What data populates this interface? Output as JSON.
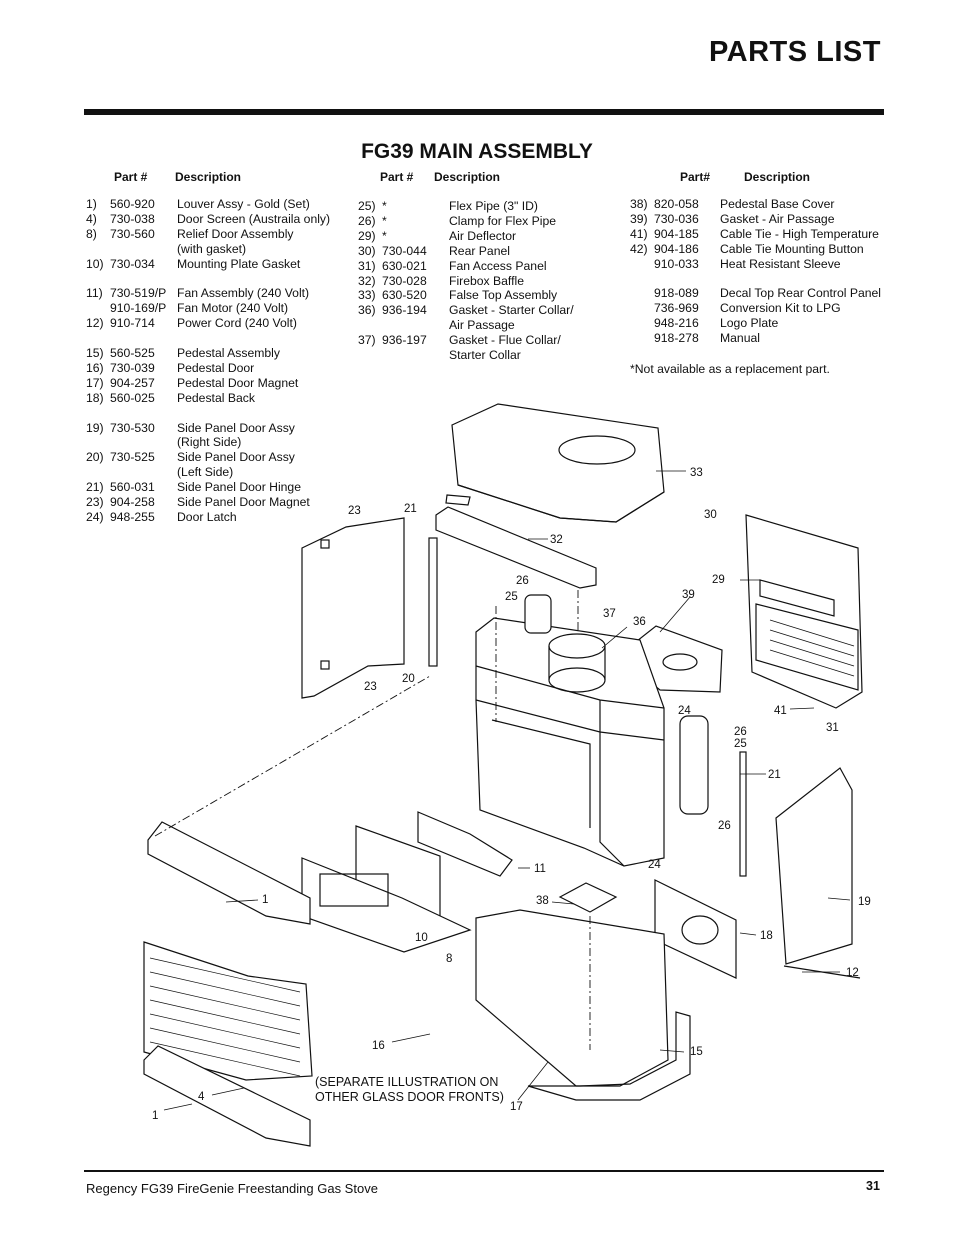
{
  "page": {
    "title": "PARTS LIST",
    "section_title": "FG39 MAIN ASSEMBLY",
    "footer": "Regency FG39 FireGenie Freestanding Gas Stove",
    "page_number": "31"
  },
  "columns": [
    {
      "header_part": "Part #",
      "header_desc": "Description",
      "rows": [
        {
          "idx": "1)",
          "part": "560-920",
          "desc": "Louver Assy - Gold (Set)"
        },
        {
          "idx": "4)",
          "part": "730-038",
          "desc": "Door Screen (Austraila only)"
        },
        {
          "idx": "8)",
          "part": "730-560",
          "desc": "Relief Door Assembly"
        },
        {
          "idx": "",
          "part": "",
          "desc": "(with  gasket)"
        },
        {
          "idx": "10)",
          "part": "730-034",
          "desc": "Mounting Plate Gasket"
        },
        {
          "gap": true
        },
        {
          "idx": "11)",
          "part": "730-519/P",
          "desc": "Fan Assembly (240 Volt)"
        },
        {
          "idx": "",
          "part": "910-169/P",
          "desc": "Fan Motor (240 Volt)"
        },
        {
          "idx": "12)",
          "part": "910-714",
          "desc": "Power Cord (240 Volt)"
        },
        {
          "gap": true
        },
        {
          "idx": "15)",
          "part": "560-525",
          "desc": "Pedestal Assembly"
        },
        {
          "idx": "16)",
          "part": "730-039",
          "desc": "Pedestal Door"
        },
        {
          "idx": "17)",
          "part": "904-257",
          "desc": "Pedestal Door Magnet"
        },
        {
          "idx": "18)",
          "part": "560-025",
          "desc": "Pedestal Back"
        },
        {
          "gap": true
        },
        {
          "idx": "19)",
          "part": "730-530",
          "desc": "Side Panel Door Assy"
        },
        {
          "idx": "",
          "part": "",
          "desc": "(Right Side)"
        },
        {
          "idx": "20)",
          "part": "730-525",
          "desc": "Side Panel Door Assy"
        },
        {
          "idx": "",
          "part": "",
          "desc": "(Left  Side)"
        },
        {
          "idx": "21)",
          "part": "560-031",
          "desc": "Side Panel Door Hinge"
        },
        {
          "idx": "23)",
          "part": "904-258",
          "desc": "Side Panel Door Magnet"
        },
        {
          "idx": "24)",
          "part": "948-255",
          "desc": "Door Latch"
        }
      ]
    },
    {
      "header_part": "Part #",
      "header_desc": "Description",
      "rows": [
        {
          "idx": "25)",
          "part": "*",
          "desc": "Flex Pipe (3\" ID)"
        },
        {
          "idx": "26)",
          "part": "*",
          "desc": "Clamp for Flex Pipe"
        },
        {
          "idx": "29)",
          "part": "*",
          "desc": "Air  Deflector"
        },
        {
          "idx": "30)",
          "part": "730-044",
          "desc": "Rear Panel"
        },
        {
          "idx": "31)",
          "part": "630-021",
          "desc": "Fan Access Panel"
        },
        {
          "idx": "32)",
          "part": "730-028",
          "desc": "Firebox  Baffle"
        },
        {
          "idx": "33)",
          "part": "630-520",
          "desc": "False Top Assembly"
        },
        {
          "idx": "36)",
          "part": "936-194",
          "desc": "Gasket - Starter Collar/"
        },
        {
          "idx": "",
          "part": "",
          "desc": "Air  Passage"
        },
        {
          "idx": "37)",
          "part": "936-197",
          "desc": "Gasket - Flue Collar/"
        },
        {
          "idx": "",
          "part": "",
          "desc": "Starter Collar"
        }
      ]
    },
    {
      "header_part": "Part#",
      "header_desc": "Description",
      "rows": [
        {
          "idx": "38)",
          "part": "820-058",
          "desc": "Pedestal Base Cover"
        },
        {
          "idx": "39)",
          "part": "730-036",
          "desc": "Gasket - Air Passage"
        },
        {
          "idx": "41)",
          "part": "904-185",
          "desc": "Cable Tie - High Temperature"
        },
        {
          "idx": "42)",
          "part": "904-186",
          "desc": "Cable Tie Mounting Button"
        },
        {
          "idx": "",
          "part": "910-033",
          "desc": "Heat Resistant Sleeve"
        },
        {
          "gap": true
        },
        {
          "idx": "",
          "part": "918-089",
          "desc": "Decal Top Rear Control Panel"
        },
        {
          "idx": "",
          "part": "736-969",
          "desc": "Conversion Kit to LPG"
        },
        {
          "idx": "",
          "part": "948-216",
          "desc": "Logo Plate"
        },
        {
          "idx": "",
          "part": "918-278",
          "desc": "Manual"
        }
      ],
      "note": "*Not available as a replacement part."
    }
  ],
  "diagram": {
    "note_line1": "(SEPARATE ILLUSTRATION ON",
    "note_line2": "OTHER GLASS DOOR FRONTS)",
    "callouts": [
      "33",
      "30",
      "32",
      "21",
      "23",
      "23",
      "20",
      "26",
      "25",
      "37",
      "36",
      "39",
      "29",
      "41",
      "31",
      "24",
      "26",
      "25",
      "21",
      "11",
      "26",
      "24",
      "10",
      "8",
      "38",
      "18",
      "19",
      "12",
      "1",
      "16",
      "15",
      "4",
      "17",
      "1"
    ]
  }
}
